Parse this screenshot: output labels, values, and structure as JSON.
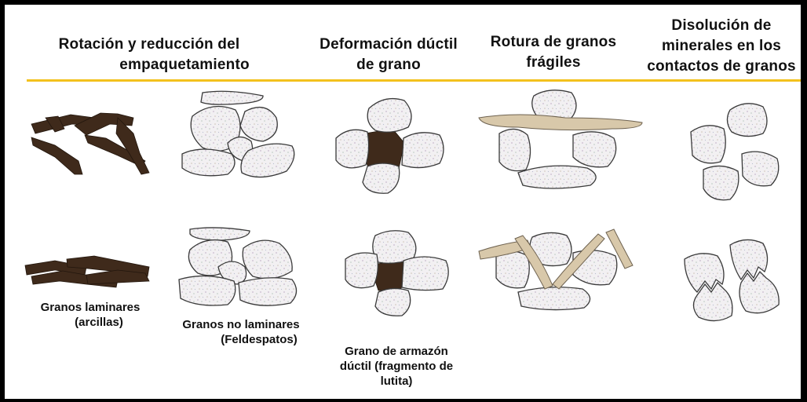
{
  "headers": {
    "rotation": [
      "Rotación y reducción del",
      "empaquetamiento"
    ],
    "ductile": [
      "Deformación dúctil",
      "de grano"
    ],
    "brittle": [
      "Rotura de granos",
      "frágiles"
    ],
    "dissolution": [
      "Disolución de",
      "minerales en los",
      "contactos de granos"
    ]
  },
  "labels": {
    "laminar": [
      "Granos laminares",
      "(arcillas)"
    ],
    "non_laminar": [
      "Granos no laminares",
      "(Feldespatos)"
    ],
    "ductile_grain": [
      "Grano de armazón",
      "dúctil (fragmento de",
      "lutita)"
    ]
  },
  "colors": {
    "divider": "#f3c11d",
    "clay": "#3f2a1b",
    "brittle_grain": "#d8c8aa",
    "grain_outline": "#3a3a3a"
  }
}
